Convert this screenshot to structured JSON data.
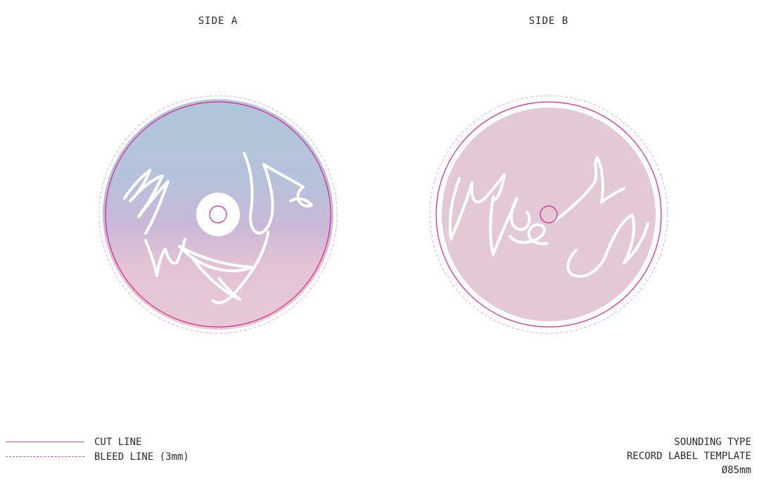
{
  "sides": {
    "a": {
      "title": "SIDE A"
    },
    "b": {
      "title": "SIDE B"
    }
  },
  "legend": {
    "cut_label": "CUT LINE",
    "bleed_label": "BLEED LINE (3mm)"
  },
  "info": {
    "line1": "SOUNDING TYPE",
    "line2": "RECORD LABEL TEMPLATE",
    "line3": "Ø85mm"
  },
  "colors": {
    "cut_line": "#e0208f",
    "bleed_line": "#f2a3cf",
    "side_a_top": "#b1c7db",
    "side_a_middle": "#c8b8d8",
    "side_a_bottom": "#e6c7d3",
    "side_b_fill": "#e3c9d3"
  }
}
